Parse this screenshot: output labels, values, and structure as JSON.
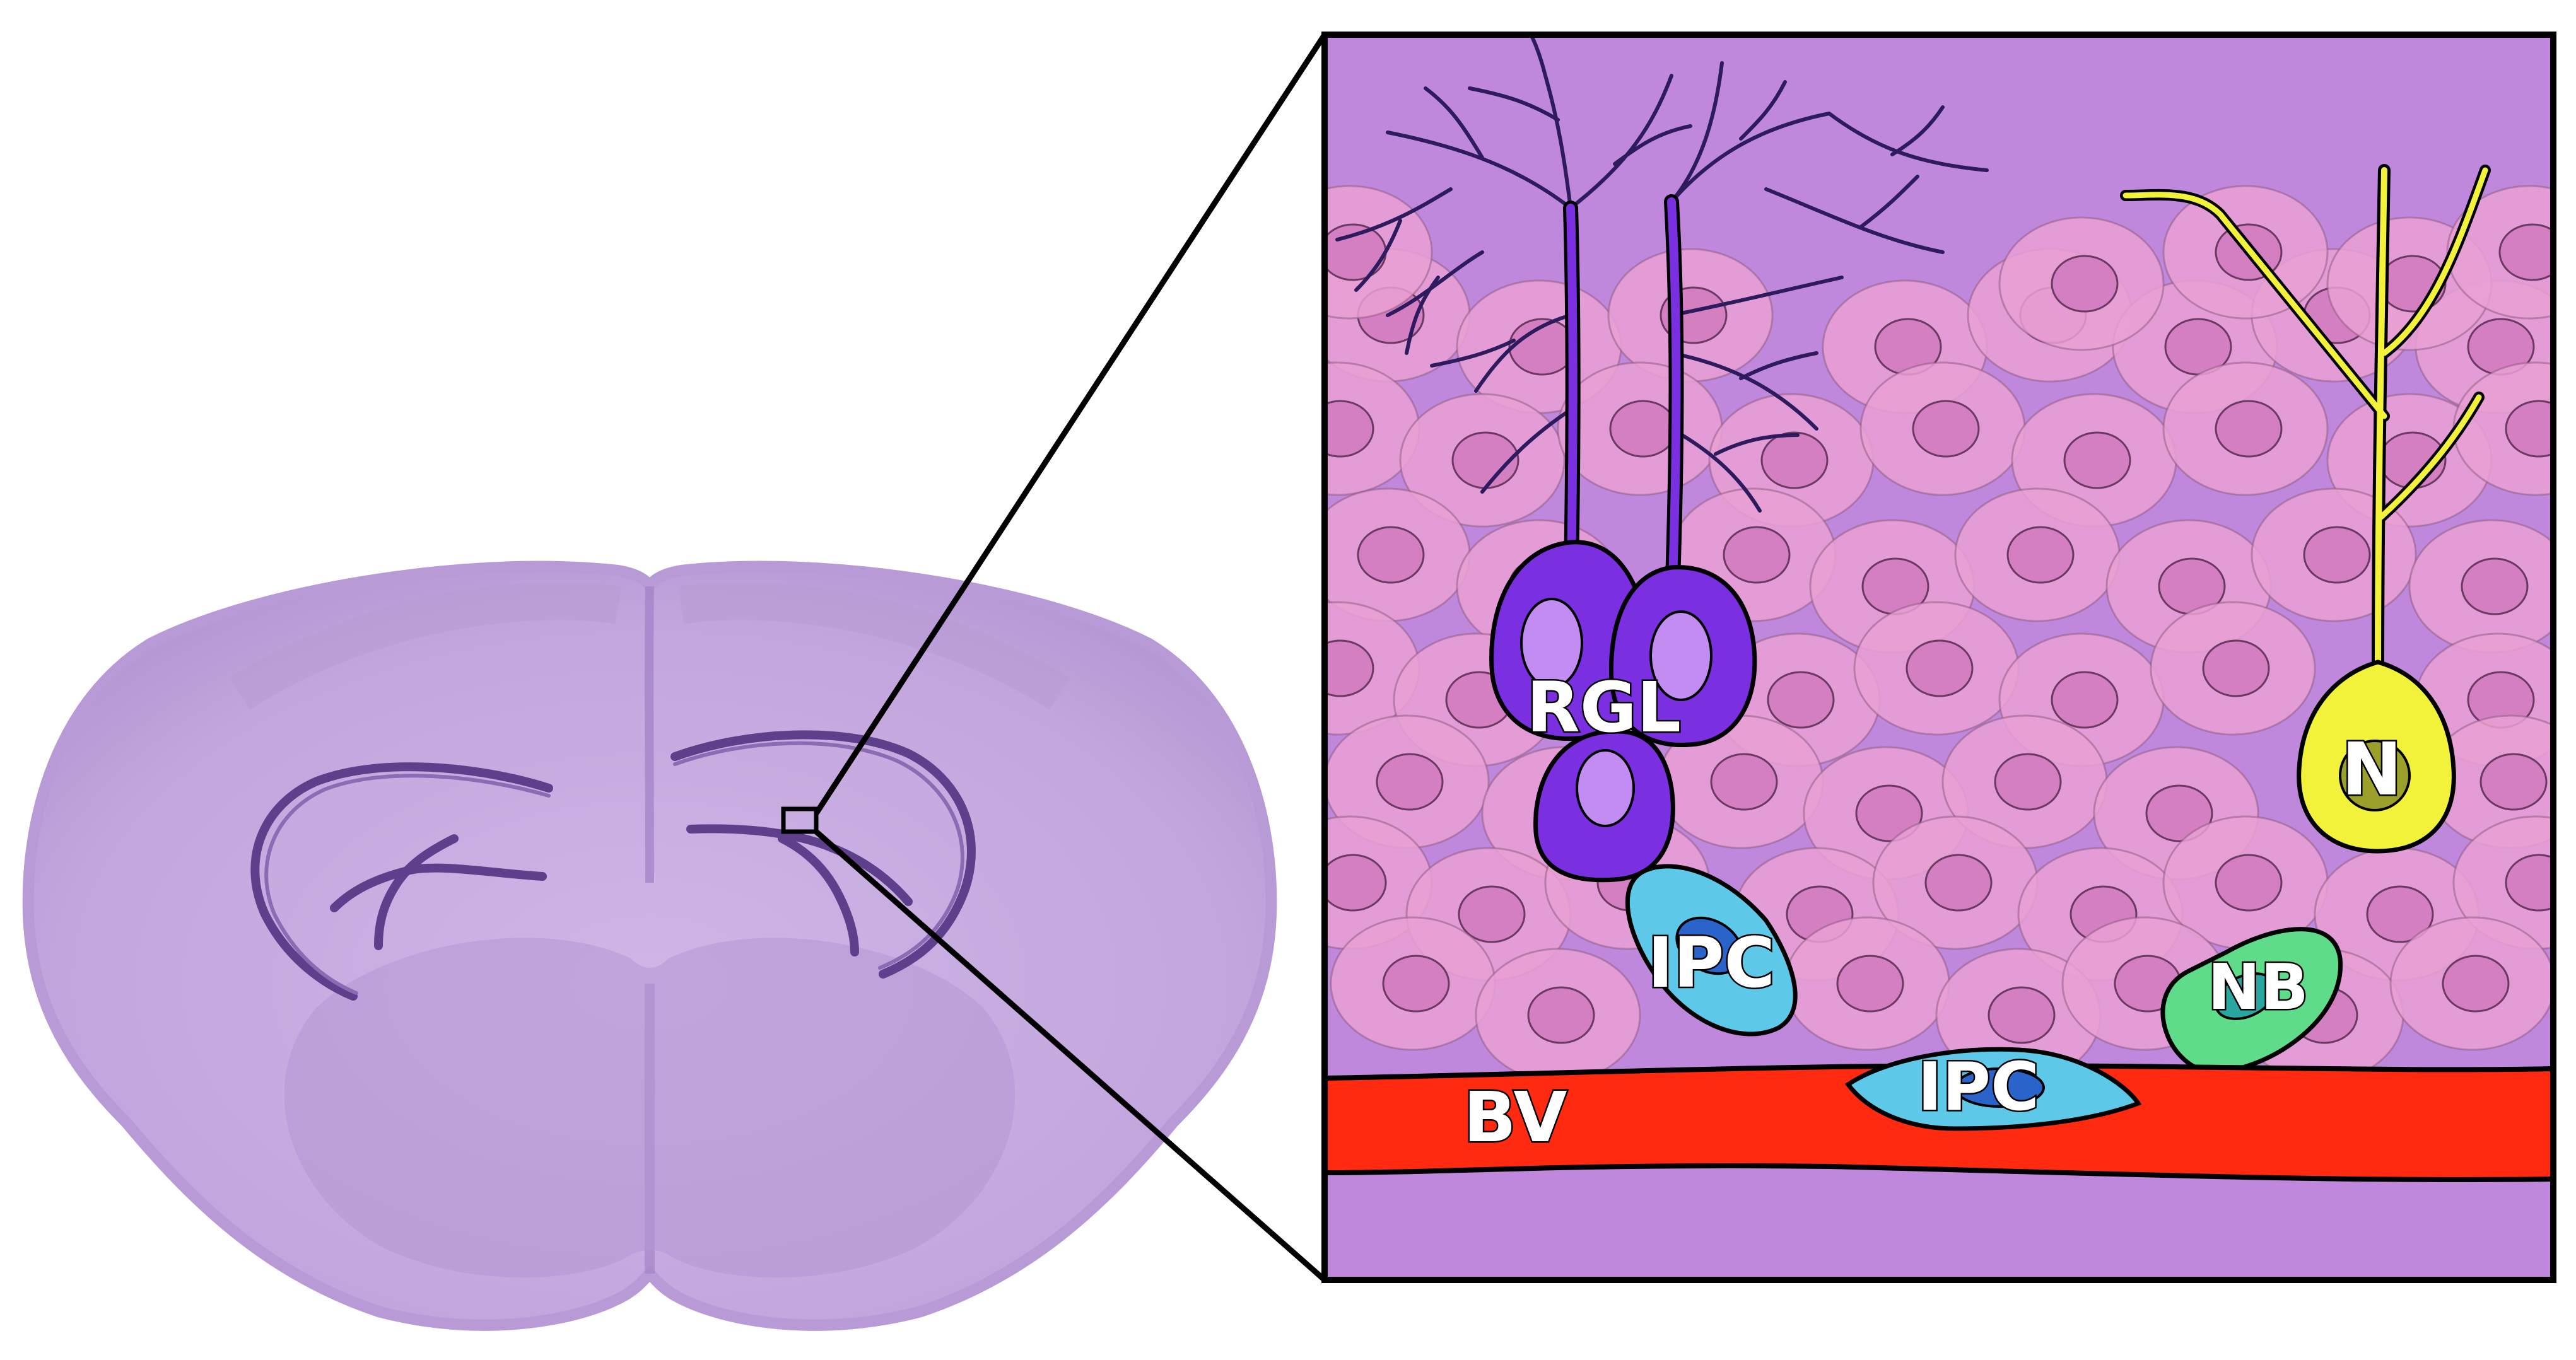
{
  "labels": {
    "rgl": "RGL",
    "ipc_upper": "IPC",
    "ipc_lower": "IPC",
    "nb": "NB",
    "neuron": "N",
    "blood_vessel": "BV"
  },
  "colors": {
    "brain": "#c9aee0",
    "brain_edge": "#b99bd6",
    "zoom_background": "#bf88dc",
    "cell_fill": "#e9a0d4",
    "cell_nucleus": "#d57fc3",
    "rgl": "#7a2fe0",
    "rgl_nucleus": "#c28cf2",
    "ipc": "#5ec8e8",
    "ipc_nucleus": "#2a63c9",
    "nb": "#5fdc8a",
    "neuron": "#f2f23a",
    "neuron_nucleus": "#9aa02a",
    "blood_vessel": "#ff2a10",
    "outline": "#000000"
  },
  "icons": {
    "brain": "brain-coronal-section-icon",
    "zoom": "zoom-box"
  }
}
